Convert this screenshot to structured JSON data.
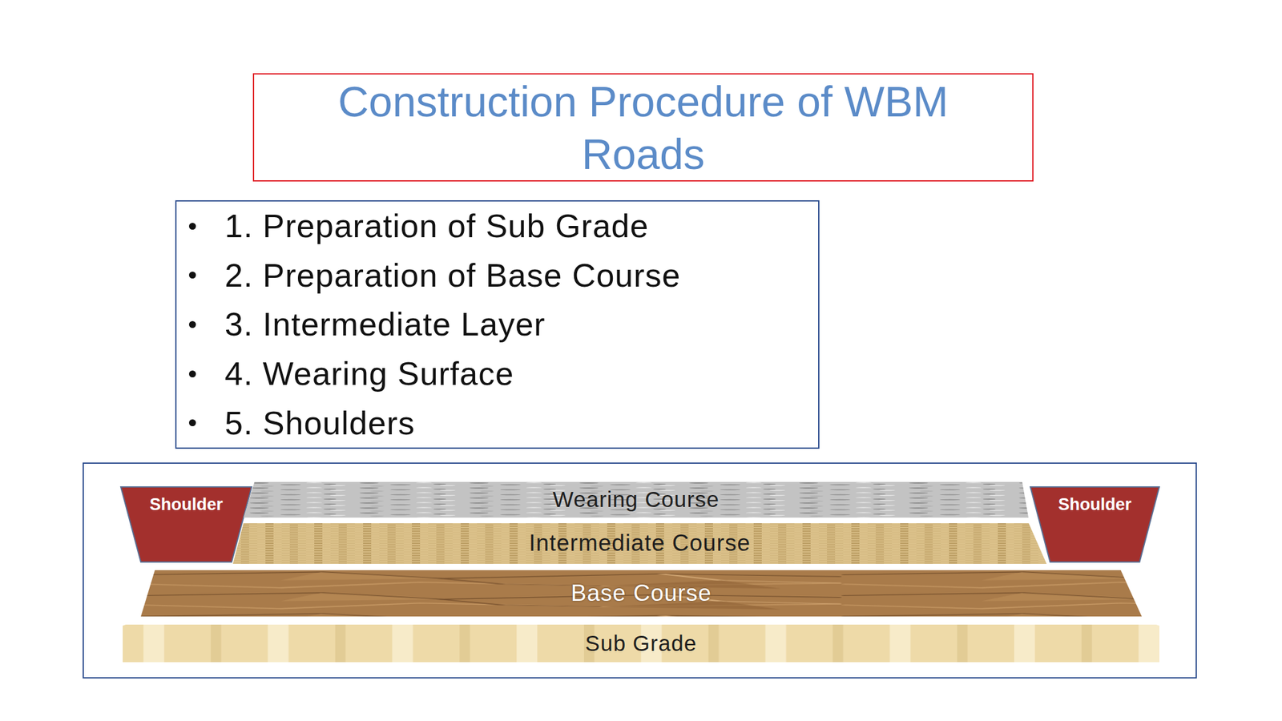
{
  "diagram": {
    "title": "Construction Procedure of WBM Roads",
    "nodes": [
      {
        "text": [
          "1. Preparation of Sub Grade",
          "2. Preparation of Base Course",
          "3. Intermediate Layer",
          "4. Wearing Surface",
          "5. Shoulders"
        ]
      },
      {
        "text": [
          "Shoulder"
        ]
      },
      {
        "text": [
          "Wearing Course"
        ]
      },
      {
        "text": [
          "Shoulder"
        ]
      },
      {
        "text": [
          "Intermediate Course"
        ]
      },
      {
        "text": [
          "Base Course"
        ]
      },
      {
        "text": [
          "Sub Grade"
        ]
      }
    ]
  }
}
